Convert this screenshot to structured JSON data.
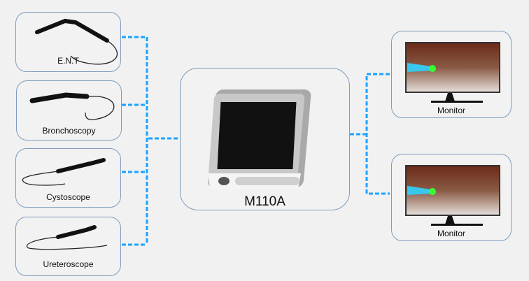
{
  "devices": [
    {
      "label": "E.N.T"
    },
    {
      "label": "Bronchoscopy"
    },
    {
      "label": "Cystoscope"
    },
    {
      "label": "Ureteroscope"
    }
  ],
  "center": {
    "label": "M110A"
  },
  "outputs": [
    {
      "label": "Monitor"
    },
    {
      "label": "Monitor"
    }
  ],
  "colors": {
    "connector": "#1aa3ff",
    "connector_edge": "#9a7cff",
    "box_border": "#7f9cbc"
  }
}
